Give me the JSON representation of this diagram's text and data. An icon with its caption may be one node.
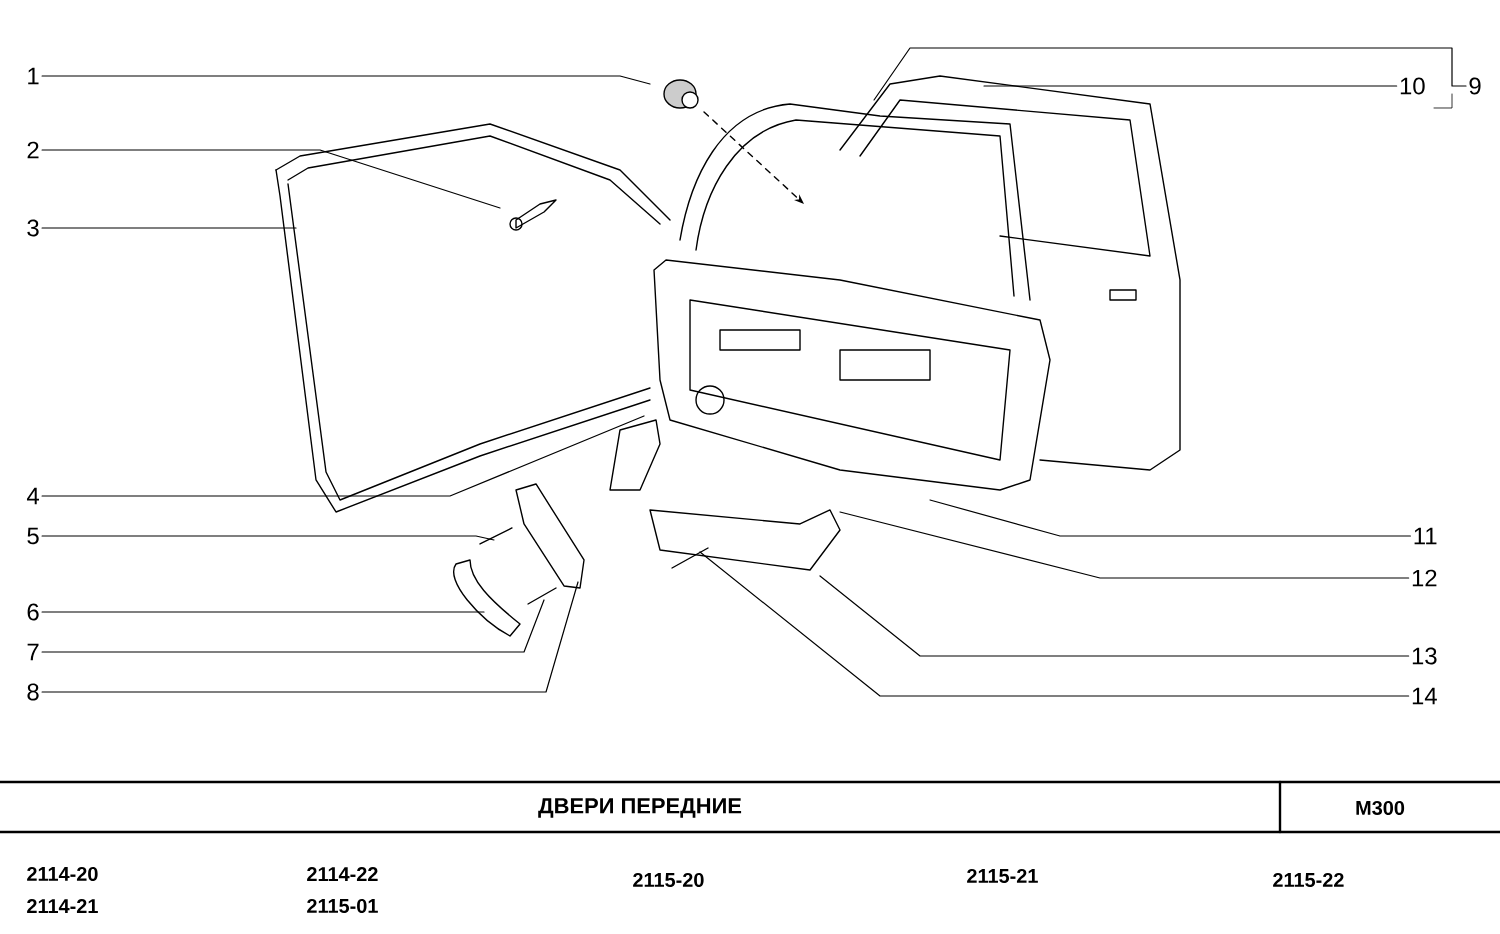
{
  "diagram": {
    "title": "ДВЕРИ ПЕРЕДНИЕ",
    "nodes": [
      {
        "text": [
          "1"
        ]
      },
      {
        "text": [
          "2"
        ]
      },
      {
        "text": [
          "3"
        ]
      },
      {
        "text": [
          "4"
        ]
      },
      {
        "text": [
          "5"
        ]
      },
      {
        "text": [
          "6"
        ]
      },
      {
        "text": [
          "7"
        ]
      },
      {
        "text": [
          "8"
        ]
      },
      {
        "text": [
          "9"
        ]
      },
      {
        "text": [
          "10"
        ]
      },
      {
        "text": [
          "11"
        ]
      },
      {
        "text": [
          "12"
        ]
      },
      {
        "text": [
          "13"
        ]
      },
      {
        "text": [
          "14"
        ]
      }
    ],
    "edges": [
      {
        "from": 0,
        "to": null,
        "arrow": "none"
      },
      {
        "from": 1,
        "to": null,
        "arrow": "none"
      },
      {
        "from": 2,
        "to": null,
        "arrow": "none"
      },
      {
        "from": 3,
        "to": null,
        "arrow": "none"
      },
      {
        "from": 4,
        "to": null,
        "arrow": "none"
      },
      {
        "from": 5,
        "to": null,
        "arrow": "none"
      },
      {
        "from": 6,
        "to": null,
        "arrow": "none"
      },
      {
        "from": 7,
        "to": null,
        "arrow": "none"
      },
      {
        "from": 8,
        "to": null,
        "arrow": "none"
      },
      {
        "from": 9,
        "to": null,
        "arrow": "none"
      },
      {
        "from": 10,
        "to": null,
        "arrow": "none"
      },
      {
        "from": 11,
        "to": null,
        "arrow": "none"
      },
      {
        "from": 12,
        "to": null,
        "arrow": "none"
      },
      {
        "from": 13,
        "to": null,
        "arrow": "none"
      }
    ],
    "labels": [
      "М300",
      "2114-20",
      "2114-22",
      "2115-20",
      "2115-21",
      "2115-22",
      "2114-21",
      "2115-01"
    ]
  }
}
